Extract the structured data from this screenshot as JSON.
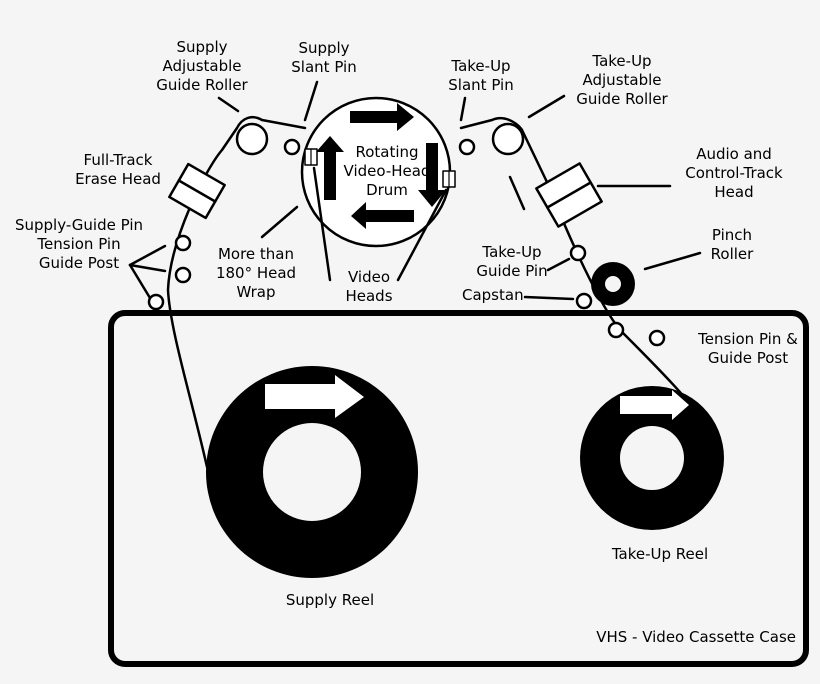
{
  "colors": {
    "ink": "#000000",
    "background": "#f5f5f5",
    "fill_light": "#ffffff"
  },
  "labels": {
    "supply_adjustable_guide_roller": [
      "Supply",
      "Adjustable",
      "Guide Roller"
    ],
    "supply_slant_pin": [
      "Supply",
      "Slant Pin"
    ],
    "take_up_slant_pin": [
      "Take-Up",
      "Slant Pin"
    ],
    "take_up_adjustable_guide_roller": [
      "Take-Up",
      "Adjustable",
      "Guide Roller"
    ],
    "full_track_erase_head": [
      "Full-Track",
      "Erase Head"
    ],
    "rotating_video_head_drum": [
      "Rotating",
      "Video-Head",
      "Drum"
    ],
    "audio_control_track_head": [
      "Audio and",
      "Control-Track",
      "Head"
    ],
    "supply_guide_pins": [
      "Supply-Guide Pin",
      "Tension Pin",
      "Guide Post"
    ],
    "head_wrap": [
      "More than",
      "180° Head",
      "Wrap"
    ],
    "video_heads": [
      "Video",
      "Heads"
    ],
    "take_up_guide_pin": [
      "Take-Up",
      "Guide Pin"
    ],
    "pinch_roller": [
      "Pinch",
      "Roller"
    ],
    "capstan": "Capstan",
    "tension_pin_guide_post": [
      "Tension Pin &",
      "Guide Post"
    ],
    "supply_reel": "Supply Reel",
    "take_up_reel": "Take-Up Reel",
    "cassette_case": "VHS - Video Cassette Case"
  }
}
